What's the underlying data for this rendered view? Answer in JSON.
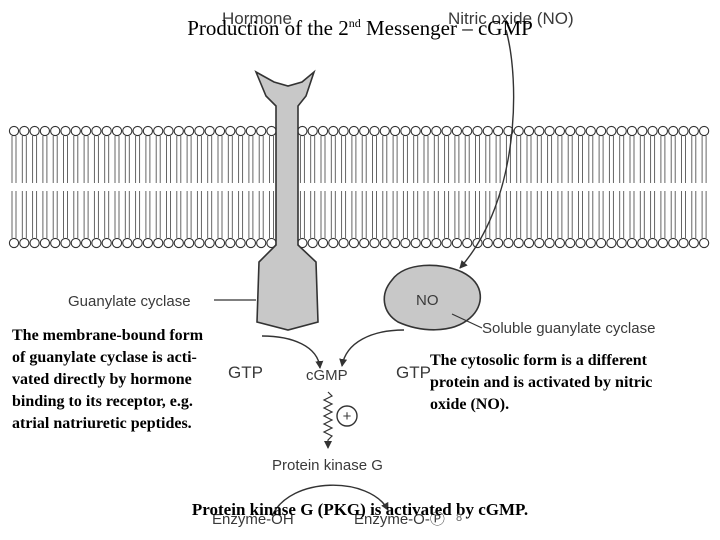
{
  "title": {
    "main": "Production of the 2",
    "sup": "nd",
    "rest": " Messenger – cGMP"
  },
  "labels": {
    "hormone": "Hormone",
    "nitric_oxide": "Nitric oxide (NO)",
    "guanylate_cyclase": "Guanylate cyclase",
    "no": "NO",
    "soluble_gc": "Soluble guanylate cyclase",
    "gtp_left": "GTP",
    "cgmp": "cGMP",
    "gtp_right": "GTP",
    "plus": "+",
    "protein_kinase_g": "Protein kinase G",
    "enzyme_off": "Enzyme-OH",
    "enzyme_p": "Enzyme-O-Ⓟ"
  },
  "text": {
    "left": "The membrane-bound form\nof guanylate cyclase is acti-\nvated directly by hormone\nbinding to its receptor, e.g.\natrial natriuretic peptides.",
    "right": "The cytosolic form is a different\nprotein and is activated by nitric\noxide (NO).",
    "bottom": "Protein kinase G (PKG) is activated by cGMP."
  },
  "page_number": "8",
  "colors": {
    "receptor_fill": "#c8c8c8",
    "stroke": "#333333",
    "membrane_fill": "#e6e6e6"
  }
}
